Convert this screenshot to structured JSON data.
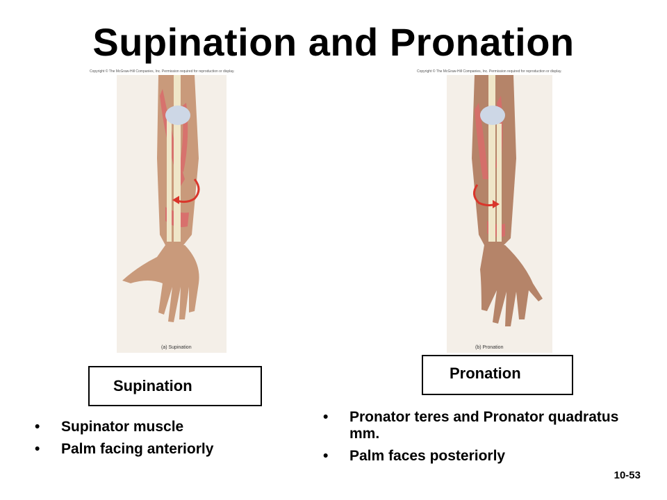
{
  "slide": {
    "title": "Supination and Pronation",
    "slide_number": "10-53"
  },
  "figures": {
    "left": {
      "copyright": "Copyright © The McGraw-Hill Companies, Inc. Permission required for reproduction or display.",
      "caption": "(a) Supination"
    },
    "right": {
      "copyright": "Copyright © The McGraw-Hill Companies, Inc. Permission required for reproduction or display.",
      "caption": "(b) Pronation"
    }
  },
  "panels": {
    "supination": {
      "label": "Supination",
      "bullets": [
        "Supinator muscle",
        "Palm facing anteriorly"
      ]
    },
    "pronation": {
      "label": "Pronation",
      "bullets": [
        "Pronator teres and Pronator quadratus mm.",
        "Palm faces posteriorly"
      ]
    }
  },
  "colors": {
    "skin": "#c99a7b",
    "muscle": "#d96b6b",
    "bone": "#efe6c8",
    "arrow": "#d9362b"
  }
}
